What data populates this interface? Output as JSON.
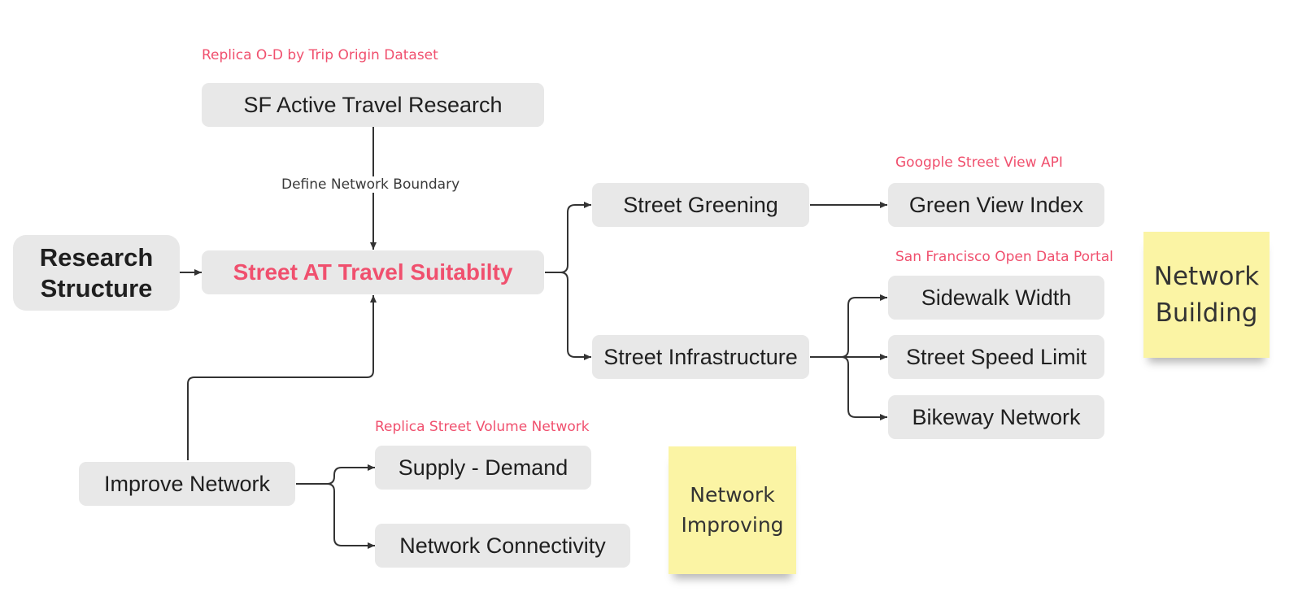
{
  "nodes": {
    "research_structure": "Research Structure",
    "sf_active_travel": "SF Active Travel Research",
    "street_at_suitability": "Street AT Travel Suitabilty",
    "street_greening": "Street Greening",
    "street_infrastructure": "Street Infrastructure",
    "green_view_index": "Green View Index",
    "sidewalk_width": "Sidewalk Width",
    "street_speed_limit": "Street Speed Limit",
    "bikeway_network": "Bikeway Network",
    "improve_network": "Improve Network",
    "supply_demand": "Supply - Demand",
    "network_connectivity": "Network Connectivity"
  },
  "sources": {
    "replica_od": "Replica O-D by Trip Origin Dataset",
    "google_street_view": "Googple Street View API",
    "sf_open_data": "San Francisco Open Data Portal",
    "replica_volume": "Replica Street Volume Network"
  },
  "edge_labels": {
    "define_boundary": "Define Network Boundary"
  },
  "stickies": {
    "network_building": "Network\nBuilding",
    "network_improving": "Network\nImproving"
  },
  "colors": {
    "accent": "#f0506e",
    "node_fill": "#e8e8e8",
    "sticky_fill": "#fbf4a4",
    "connector": "#333333"
  }
}
